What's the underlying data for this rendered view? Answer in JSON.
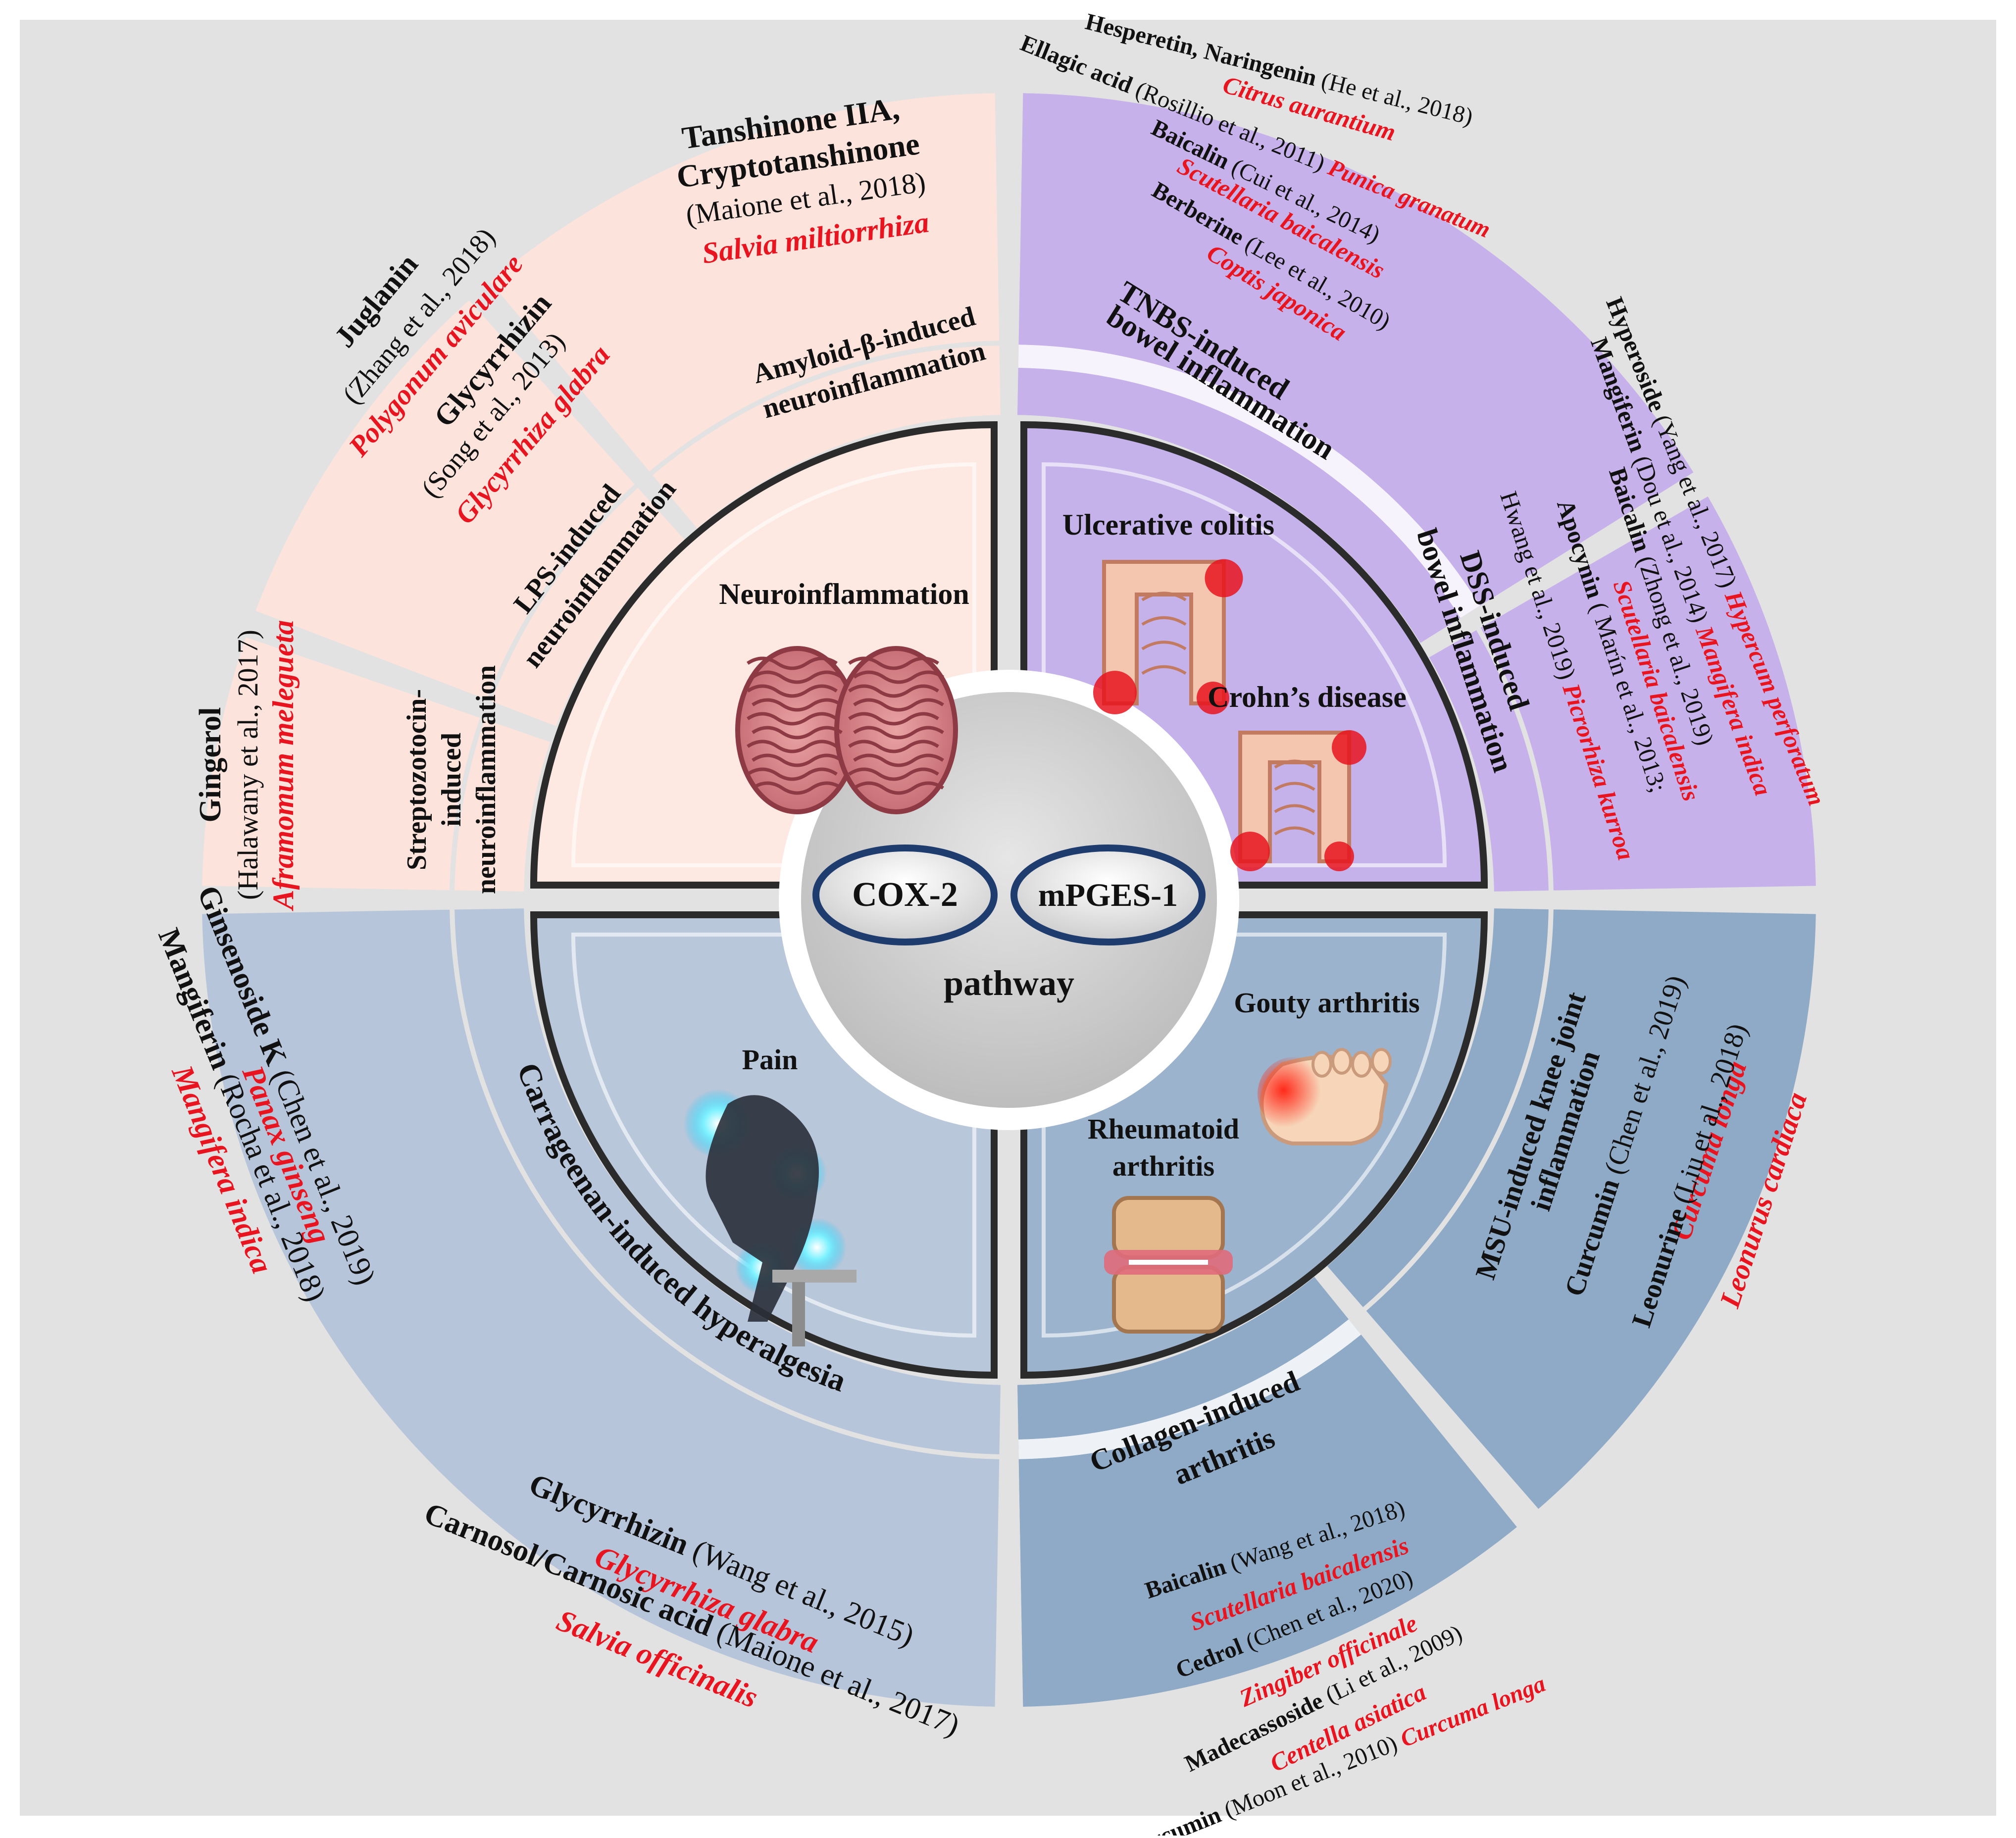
{
  "colors": {
    "neuro_fill": "#fce3dc",
    "neuro_inner": "#fde8e2",
    "bowel_fill": "#c6b1ea",
    "bowel_inner": "#c5b2ea",
    "pain_fill": "#b6c5d9",
    "pain_inner": "#b9c7da",
    "arthritis_fill": "#8faac6",
    "arthritis_inner": "#9bb3cc",
    "species_red": "#e8141f",
    "backdrop": "#dcdcdc"
  },
  "center": {
    "enzyme_left": "COX-2",
    "enzyme_right": "mPGES-1",
    "label": "pathway"
  },
  "neuro": {
    "title": "Neuroinflammation",
    "icon": "brain-icon",
    "models": {
      "strep": [
        "Streptozotocin-",
        "induced",
        "neuroinflammation"
      ],
      "lps": [
        "LPS-induced",
        "neuroinflammation"
      ],
      "amyloid": [
        "Amyloid-β-induced",
        "neuroinflammation"
      ]
    },
    "refs": {
      "gingerol": {
        "c": "Gingerol",
        "cite": "(Halawany et al., 2017)",
        "sp": "Aframomum melegueta"
      },
      "juglanin": {
        "c": "Juglanin",
        "cite": "(Zhang et al., 2018)",
        "sp": "Polygonum aviculare"
      },
      "glyc": {
        "c": "Glycyrrhizin",
        "cite": "(Song et al., 2013)",
        "sp": "Glycyrrhiza glabra"
      },
      "tansh": {
        "c1": "Tanshinone IIA,",
        "c2": "Cryptotanshinone",
        "cite": "(Maione et al., 2018)",
        "sp": "Salvia miltiorrhiza"
      }
    }
  },
  "bowel": {
    "disease1": "Ulcerative colitis",
    "disease2": "Crohn’s disease",
    "icon": "intestine-icon",
    "models": {
      "tnbs": [
        "TNBS-induced",
        "bowel inflammation"
      ],
      "dss": [
        "DSS-induced",
        "bowel inflammation"
      ]
    },
    "refs_tnbs": [
      {
        "c": "Hesperetin, Naringenin",
        "cite": "(He et al., 2018)"
      },
      {
        "sp": "Citrus aurantium"
      },
      {
        "c": "Ellagic acid",
        "cite": "(Rosillio et al., 2011)",
        "sp": "Punica granatum"
      },
      {
        "c": "Baicalin",
        "cite": "(Cui et al., 2014)"
      },
      {
        "sp": "Scutellaria baicalensis"
      },
      {
        "c": "Berberine",
        "cite": "(Lee et al., 2010)"
      },
      {
        "sp": "Coptis japonica"
      }
    ],
    "refs_dss": [
      {
        "c": "Hyperoside",
        "cite": "(Yang et al., 2017)",
        "sp": "Hypercum perforatum"
      },
      {
        "c": "Mangiferin",
        "cite": "(Dou et al., 2014)",
        "sp": "Mangifera indica"
      },
      {
        "c": "Baicalin",
        "cite": "(Zhong et al., 2019)"
      },
      {
        "sp": "Scutellaria baicalensis"
      },
      {
        "c": "Apocynin",
        "cite": "( Marín et al., 2013;"
      },
      {
        "cite": "Hwang et al., 2019)",
        "sp": "Picrorhiza kurroa"
      }
    ]
  },
  "pain": {
    "title": "Pain",
    "icon": "pain-figure-icon",
    "model": "Carrageenan-induced hyperalgesia",
    "refs_left": [
      {
        "c": "Ginsenoside K",
        "cite": "(Chen et al., 2019)"
      },
      {
        "sp": "Panax ginseng"
      },
      {
        "c": "Mangiferin",
        "cite": "(Rocha et al., 2018)"
      },
      {
        "sp": "Mangifera indica"
      }
    ],
    "refs_bottom": [
      {
        "c": "Glycyrrhizin",
        "cite": "(Wang et al., 2015)"
      },
      {
        "sp": "Glycyrrhiza glabra"
      },
      {
        "c": "Carnosol/Carnosic acid",
        "cite": "(Maione et al., 2017)"
      },
      {
        "sp": "Salvia officinalis"
      }
    ]
  },
  "arthritis": {
    "disease1": "Gouty arthritis",
    "disease2a": "Rheumatoid",
    "disease2b": "arthritis",
    "icons": [
      "foot-icon",
      "joint-icon"
    ],
    "models": {
      "msu": [
        "MSU-induced knee joint",
        "inflammation"
      ],
      "collagen": [
        "Collagen-induced",
        "arthritis"
      ]
    },
    "refs_msu": [
      {
        "c": "Curcumin",
        "cite": "(Chen et al., 2019)"
      },
      {
        "sp": "Curcuma longa"
      },
      {
        "c": "Leonurine",
        "cite": "(Liu et al., 2018)"
      },
      {
        "sp": "Leonurus cardiaca"
      }
    ],
    "refs_collagen": [
      {
        "c": "Baicalin",
        "cite": "(Wang et al., 2018)"
      },
      {
        "sp": "Scutellaria baicalensis"
      },
      {
        "c": "Cedrol",
        "cite": "(Chen et al., 2020)"
      },
      {
        "sp": "Zingiber officinale"
      },
      {
        "c": "Madecassoside",
        "cite": "(Li et al., 2009)"
      },
      {
        "sp": "Centella asiatica"
      },
      {
        "c": "Curcumin",
        "cite": "(Moon et al., 2010)",
        "sp": "Curcuma longa"
      }
    ]
  }
}
